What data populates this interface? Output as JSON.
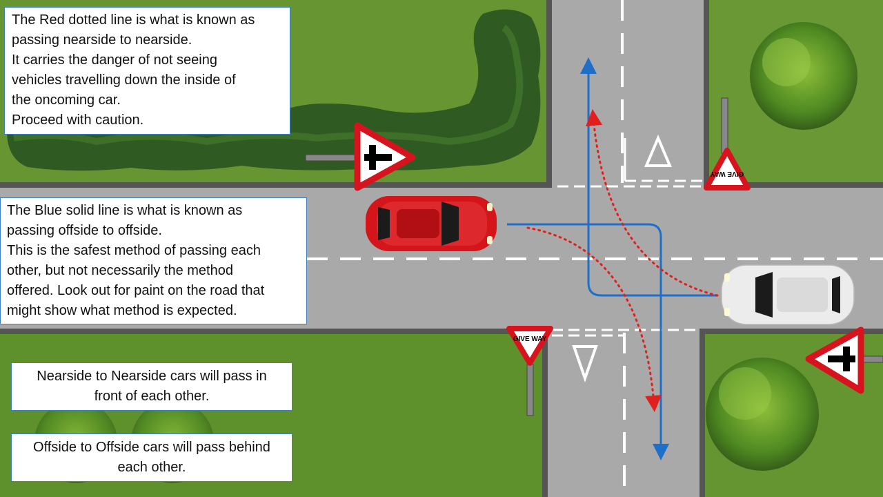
{
  "colors": {
    "road": "#a9a9a9",
    "road_edge": "#555555",
    "grass": "#5f8f2e",
    "hedge": "#2f5a22",
    "blue_path": "#1f6fc9",
    "red_path": "#e0201e",
    "red_car": "#d4161b",
    "white_car": "#ececec",
    "sign_red": "#d7141e"
  },
  "icons": {
    "crossroads_sign": "crossroads-warning-triangle-icon",
    "give_way_sign": "give-way-triangle-icon",
    "triangle_marking": "give-way-road-marking-icon"
  },
  "signs": {
    "give_way_top": "GIVE WAY",
    "give_way_bottom": "GIVE WAY"
  },
  "boxes": {
    "red_explanation": [
      "The Red dotted line is what is known as",
      "passing nearside to nearside.",
      "It carries the danger of not seeing",
      "vehicles travelling down the inside of",
      "the oncoming car.",
      "Proceed with caution."
    ],
    "blue_explanation": [
      "The Blue solid line is what is known as",
      "passing offside to offside.",
      "This is the safest method of passing each",
      "other, but not necessarily the method",
      "offered. Look out for paint on the road that",
      "might show what method is expected."
    ],
    "nearside_note": [
      "Nearside to Nearside cars will pass in",
      "front  of each other."
    ],
    "offside_note": [
      "Offside to Offside cars will pass behind",
      "each other."
    ]
  }
}
